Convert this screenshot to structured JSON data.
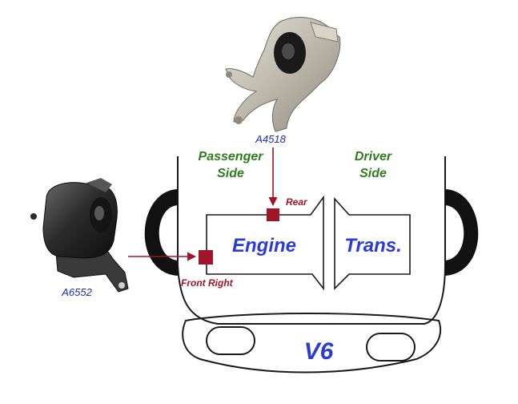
{
  "parts": [
    {
      "id": "passenger-rear",
      "part_number": "A4518",
      "mount_label": "Rear"
    },
    {
      "id": "front-right",
      "part_number": "A6552",
      "mount_label": "Front Right"
    }
  ],
  "sides": {
    "passenger": [
      "Passenger",
      "Side"
    ],
    "driver": [
      "Driver",
      "Side"
    ]
  },
  "blocks": {
    "engine": "Engine",
    "transmission": "Trans."
  },
  "engine_type": "V6",
  "colors": {
    "part_number": "#1a2eb0",
    "side_label": "#2e7d1e",
    "mount_marker": "#a01428",
    "block_text": "#2a3bd6",
    "outline": "#1a1a1a"
  }
}
